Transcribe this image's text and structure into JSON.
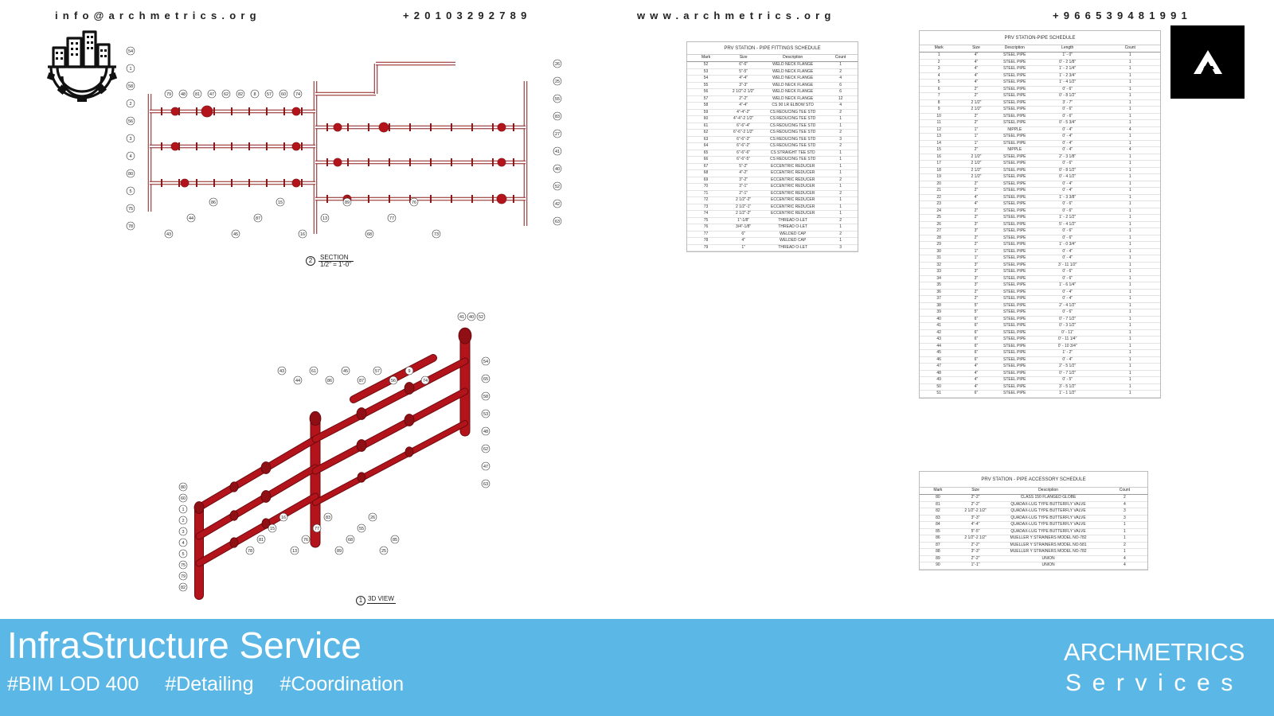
{
  "contact": {
    "email": "info@archmetrics.org",
    "phone1": "+20103292789",
    "website": "www.archmetrics.org",
    "phone2": "+966539481991"
  },
  "brand": {
    "monogram": "A",
    "name": "ARCHMETRICS",
    "subtitle": "Services"
  },
  "banner": {
    "title": "InfraStructure Service",
    "tags": [
      "#BIM LOD 400",
      "#Detailing",
      "#Coordination"
    ]
  },
  "section_view": {
    "number": "2",
    "title": "SECTION",
    "scale": "1/2\" = 1'-0\"",
    "callouts": [
      "54",
      "1",
      "58",
      "2",
      "56",
      "3",
      "4",
      "80",
      "5",
      "75",
      "78",
      "79",
      "48",
      "81",
      "47",
      "62",
      "82",
      "8",
      "57",
      "60",
      "74",
      "26",
      "25",
      "55",
      "83",
      "27",
      "41",
      "40",
      "52",
      "42",
      "63",
      "43",
      "44",
      "86",
      "45",
      "87",
      "15",
      "16",
      "13",
      "89",
      "68",
      "77",
      "76",
      "73"
    ]
  },
  "iso_view": {
    "number": "1",
    "title": "3D VIEW",
    "callouts": [
      "41",
      "40",
      "52",
      "54",
      "65",
      "58",
      "53",
      "48",
      "62",
      "47",
      "63",
      "43",
      "44",
      "61",
      "86",
      "45",
      "87",
      "57",
      "56",
      "9",
      "74",
      "80",
      "60",
      "1",
      "2",
      "3",
      "4",
      "5",
      "75",
      "79",
      "82",
      "78",
      "81",
      "15",
      "16",
      "13",
      "76",
      "77",
      "83",
      "89",
      "68",
      "55",
      "26",
      "25",
      "85"
    ]
  },
  "fittings_schedule": {
    "title": "PRV STATION - PIPE FITTINGS SCHEDULE",
    "columns": [
      "Mark",
      "Size",
      "Description",
      "Count"
    ],
    "rows": [
      [
        "52",
        "6\"-6\"",
        "WELD NECK FLANGE",
        "1"
      ],
      [
        "53",
        "5\"-5\"",
        "WELD NECK FLANGE",
        "2"
      ],
      [
        "54",
        "4\"-4\"",
        "WELD NECK FLANGE",
        "4"
      ],
      [
        "55",
        "3\"-3\"",
        "WELD NECK FLANGE",
        "6"
      ],
      [
        "56",
        "2 1/2\"-2 1/2\"",
        "WELD NECK FLANGE",
        "6"
      ],
      [
        "57",
        "2\"-2\"",
        "WELD NECK FLANGE",
        "12"
      ],
      [
        "58",
        "4\"-4\"",
        "CS 90 LR ELBOW STD",
        "4"
      ],
      [
        "59",
        "4\"-4\"-2\"",
        "CS REDUCING TEE STD",
        "2"
      ],
      [
        "60",
        "4\"-4\"-2 1/2\"",
        "CS REDUCING TEE STD",
        "1"
      ],
      [
        "61",
        "6\"-6\"-4\"",
        "CS REDUCING TEE STD",
        "1"
      ],
      [
        "62",
        "6\"-6\"-2 1/2\"",
        "CS REDUCING TEE STD",
        "2"
      ],
      [
        "63",
        "6\"-6\"-3\"",
        "CS REDUCING TEE STD",
        "3"
      ],
      [
        "64",
        "6\"-6\"-2\"",
        "CS REDUCING TEE STD",
        "2"
      ],
      [
        "65",
        "6\"-6\"-6\"",
        "CS STRAIGHT TEE STD",
        "1"
      ],
      [
        "66",
        "6\"-6\"-5\"",
        "CS REDUCING TEE STD",
        "1"
      ],
      [
        "67",
        "5\"-2\"",
        "ECCENTRIC REDUCER",
        "1"
      ],
      [
        "68",
        "4\"-2\"",
        "ECCENTRIC REDUCER",
        "1"
      ],
      [
        "69",
        "3\"-2\"",
        "ECCENTRIC REDUCER",
        "2"
      ],
      [
        "70",
        "3\"-1\"",
        "ECCENTRIC REDUCER",
        "1"
      ],
      [
        "71",
        "2\"-1\"",
        "ECCENTRIC REDUCER",
        "2"
      ],
      [
        "72",
        "2 1/2\"-2\"",
        "ECCENTRIC REDUCER",
        "1"
      ],
      [
        "73",
        "2 1/2\"-1\"",
        "ECCENTRIC REDUCER",
        "1"
      ],
      [
        "74",
        "2 1/2\"-2\"",
        "ECCENTRIC REDUCER",
        "1"
      ],
      [
        "75",
        "1\"-1/8\"",
        "THREAD O-LET",
        "2"
      ],
      [
        "76",
        "3/4\"-1/8\"",
        "THREAD O-LET",
        "1"
      ],
      [
        "77",
        "6\"",
        "WELDED CAP",
        "2"
      ],
      [
        "78",
        "4\"",
        "WELDED CAP",
        "1"
      ],
      [
        "79",
        "1\"",
        "THREAD O-LET",
        "3"
      ]
    ]
  },
  "pipe_schedule": {
    "title": "PRV STATION-PIPE SCHEDULE",
    "columns": [
      "Mark",
      "Size",
      "Description",
      "Length",
      "Count"
    ],
    "rows": [
      [
        "1",
        "4\"",
        "STEEL PIPE",
        "1' - 0\"",
        "1"
      ],
      [
        "2",
        "4\"",
        "STEEL PIPE",
        "0' - 2 1/8\"",
        "1"
      ],
      [
        "3",
        "4\"",
        "STEEL PIPE",
        "1' - 2 1/4\"",
        "1"
      ],
      [
        "4",
        "4\"",
        "STEEL PIPE",
        "1' - 2 3/4\"",
        "1"
      ],
      [
        "5",
        "4\"",
        "STEEL PIPE",
        "1' - 4 1/2\"",
        "1"
      ],
      [
        "6",
        "2\"",
        "STEEL PIPE",
        "0' - 6\"",
        "1"
      ],
      [
        "7",
        "2\"",
        "STEEL PIPE",
        "0' - 8 1/2\"",
        "1"
      ],
      [
        "8",
        "2 1/2\"",
        "STEEL PIPE",
        "3' - 7\"",
        "1"
      ],
      [
        "9",
        "2 1/2\"",
        "STEEL PIPE",
        "0' - 6\"",
        "1"
      ],
      [
        "10",
        "2\"",
        "STEEL PIPE",
        "0' - 6\"",
        "1"
      ],
      [
        "11",
        "2\"",
        "STEEL PIPE",
        "0' - 5 3/4\"",
        "1"
      ],
      [
        "12",
        "1\"",
        "NIPPLE",
        "0' - 4\"",
        "4"
      ],
      [
        "13",
        "1\"",
        "STEEL PIPE",
        "0' - 4\"",
        "1"
      ],
      [
        "14",
        "1\"",
        "STEEL PIPE",
        "0' - 4\"",
        "1"
      ],
      [
        "15",
        "2\"",
        "NIPPLE",
        "0' - 4\"",
        "4"
      ],
      [
        "16",
        "2 1/2\"",
        "STEEL PIPE",
        "2' - 3 1/8\"",
        "1"
      ],
      [
        "17",
        "2 1/2\"",
        "STEEL PIPE",
        "0' - 6\"",
        "1"
      ],
      [
        "18",
        "2 1/2\"",
        "STEEL PIPE",
        "0' - 8 1/2\"",
        "1"
      ],
      [
        "19",
        "2 1/2\"",
        "STEEL PIPE",
        "0' - 4 1/2\"",
        "1"
      ],
      [
        "20",
        "2\"",
        "STEEL PIPE",
        "0' - 4\"",
        "1"
      ],
      [
        "21",
        "2\"",
        "STEEL PIPE",
        "0' - 4\"",
        "1"
      ],
      [
        "22",
        "4\"",
        "STEEL PIPE",
        "1' - 3 3/8\"",
        "1"
      ],
      [
        "23",
        "4\"",
        "STEEL PIPE",
        "0' - 6\"",
        "1"
      ],
      [
        "24",
        "2\"",
        "STEEL PIPE",
        "0' - 6\"",
        "1"
      ],
      [
        "25",
        "2\"",
        "STEEL PIPE",
        "1' - 2 1/2\"",
        "1"
      ],
      [
        "26",
        "3\"",
        "STEEL PIPE",
        "5' - 4 1/2\"",
        "1"
      ],
      [
        "27",
        "3\"",
        "STEEL PIPE",
        "0' - 6\"",
        "1"
      ],
      [
        "28",
        "2\"",
        "STEEL PIPE",
        "0' - 6\"",
        "1"
      ],
      [
        "29",
        "2\"",
        "STEEL PIPE",
        "1' - 0 3/4\"",
        "1"
      ],
      [
        "30",
        "1\"",
        "STEEL PIPE",
        "0' - 4\"",
        "1"
      ],
      [
        "31",
        "1\"",
        "STEEL PIPE",
        "0' - 4\"",
        "1"
      ],
      [
        "32",
        "3\"",
        "STEEL PIPE",
        "3' - 11 1/2\"",
        "1"
      ],
      [
        "33",
        "3\"",
        "STEEL PIPE",
        "0' - 6\"",
        "1"
      ],
      [
        "34",
        "3\"",
        "STEEL PIPE",
        "0' - 6\"",
        "1"
      ],
      [
        "35",
        "3\"",
        "STEEL PIPE",
        "1' - 6 1/4\"",
        "1"
      ],
      [
        "36",
        "2\"",
        "STEEL PIPE",
        "0' - 4\"",
        "1"
      ],
      [
        "37",
        "2\"",
        "STEEL PIPE",
        "0' - 4\"",
        "1"
      ],
      [
        "38",
        "5\"",
        "STEEL PIPE",
        "2' - 4 1/2\"",
        "1"
      ],
      [
        "39",
        "5\"",
        "STEEL PIPE",
        "0' - 6\"",
        "1"
      ],
      [
        "40",
        "6\"",
        "STEEL PIPE",
        "0' - 7 1/2\"",
        "1"
      ],
      [
        "41",
        "6\"",
        "STEEL PIPE",
        "0' - 3 1/2\"",
        "1"
      ],
      [
        "42",
        "6\"",
        "STEEL PIPE",
        "0' - 11\"",
        "1"
      ],
      [
        "43",
        "6\"",
        "STEEL PIPE",
        "0' - 11 1/4\"",
        "1"
      ],
      [
        "44",
        "6\"",
        "STEEL PIPE",
        "0' - 10 3/4\"",
        "1"
      ],
      [
        "45",
        "6\"",
        "STEEL PIPE",
        "1' - 2\"",
        "1"
      ],
      [
        "46",
        "6\"",
        "STEEL PIPE",
        "0' - 4\"",
        "1"
      ],
      [
        "47",
        "4\"",
        "STEEL PIPE",
        "2' - 5 1/2\"",
        "1"
      ],
      [
        "48",
        "4\"",
        "STEEL PIPE",
        "0' - 7 1/2\"",
        "1"
      ],
      [
        "49",
        "4\"",
        "STEEL PIPE",
        "0' - 5\"",
        "1"
      ],
      [
        "50",
        "4\"",
        "STEEL PIPE",
        "3' - 5 1/2\"",
        "1"
      ],
      [
        "51",
        "6\"",
        "STEEL PIPE",
        "1' - 1 1/2\"",
        "1"
      ]
    ]
  },
  "accessory_schedule": {
    "title": "PRV STATION - PIPE ACCESSORY SCHEDULE",
    "columns": [
      "Mark",
      "Size",
      "Description",
      "Count"
    ],
    "rows": [
      [
        "80",
        "2\"-2\"",
        "CLASS 150 FLANGED GLOBE",
        "2"
      ],
      [
        "81",
        "2\"-2\"",
        "QUADAX-LUG TYPE BUTTERFLY VALVE",
        "4"
      ],
      [
        "82",
        "2 1/2\"-2 1/2\"",
        "QUADAX-LUG TYPE BUTTERFLY VALVE",
        "3"
      ],
      [
        "83",
        "3\"-3\"",
        "QUADAX-LUG TYPE BUTTERFLY VALVE",
        "3"
      ],
      [
        "84",
        "4\"-4\"",
        "QUADAX-LUG TYPE BUTTERFLY VALVE",
        "1"
      ],
      [
        "85",
        "5\"-5\"",
        "QUADAX-LUG TYPE BUTTERFLY VALVE",
        "1"
      ],
      [
        "86",
        "2 1/2\"-2 1/2\"",
        "MUELLER Y STRAINERS MODEL NO-782",
        "1"
      ],
      [
        "87",
        "2\"-2\"",
        "MUELLER Y STRAINERS MODEL NO-581",
        "2"
      ],
      [
        "88",
        "3\"-3\"",
        "MUELLER Y STRAINERS MODEL NO-782",
        "1"
      ],
      [
        "89",
        "2\"-2\"",
        "UNION",
        "4"
      ],
      [
        "90",
        "1\"-1\"",
        "UNION",
        "4"
      ]
    ]
  },
  "colors": {
    "banner": "#5bb8e6",
    "pipe": "#b3141b",
    "drawing_line": "#8a1a1a"
  }
}
